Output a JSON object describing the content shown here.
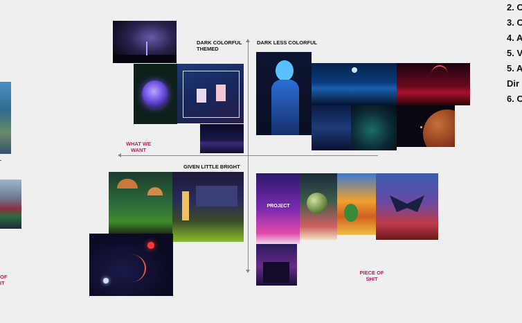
{
  "board": {
    "quadrant_labels": {
      "top_left": "DARK COLORFUL THEMED",
      "top_right": "DARK LESS COLORFUL",
      "bottom_left": "GIVEN LITTLE BRIGHT",
      "want": "WHAT WE WANT",
      "bad": "PIECE OF SHIT",
      "bad_left_clip": "OF\nIT"
    },
    "side_list": [
      "2. C",
      "3. C",
      "4. A",
      "5. V",
      "5. A",
      "Dir",
      "6. C"
    ],
    "game_card": {
      "title": "PROJECT"
    },
    "colors": {
      "accent_pink": "#c2185b",
      "axis": "#888888",
      "background": "#efefef"
    }
  }
}
